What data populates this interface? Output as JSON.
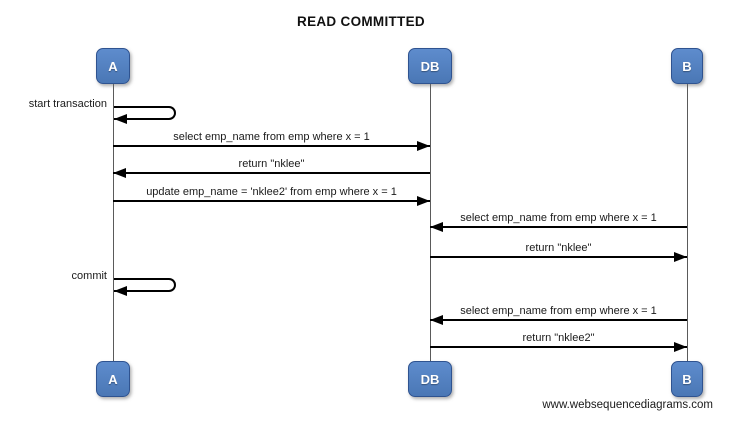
{
  "title": "READ COMMITTED",
  "footer": "www.websequencediagrams.com",
  "actors": [
    {
      "id": "A",
      "label": "A"
    },
    {
      "id": "DB",
      "label": "DB"
    },
    {
      "id": "B",
      "label": "B"
    }
  ],
  "messages": [
    {
      "type": "self",
      "actor": "A",
      "label": "start transaction"
    },
    {
      "type": "arrow",
      "from": "A",
      "to": "DB",
      "label": "select emp_name from emp where x = 1"
    },
    {
      "type": "arrow",
      "from": "DB",
      "to": "A",
      "label": "return \"nklee\""
    },
    {
      "type": "arrow",
      "from": "A",
      "to": "DB",
      "label": "update emp_name = 'nklee2' from emp where x = 1"
    },
    {
      "type": "arrow",
      "from": "B",
      "to": "DB",
      "label": "select emp_name from emp where x = 1"
    },
    {
      "type": "arrow",
      "from": "DB",
      "to": "B",
      "label": "return \"nklee\""
    },
    {
      "type": "self",
      "actor": "A",
      "label": "commit"
    },
    {
      "type": "arrow",
      "from": "B",
      "to": "DB",
      "label": "select emp_name from emp where x = 1"
    },
    {
      "type": "arrow",
      "from": "DB",
      "to": "B",
      "label": "return \"nklee2\""
    }
  ],
  "colors": {
    "actor_fill_top": "#5e8ccd",
    "actor_fill_bottom": "#4a77b5",
    "actor_border": "#2f5390",
    "actor_text": "#ffffff",
    "message_line": "#000000",
    "lifeline": "#5a5a5a",
    "text": "#1a1a1a"
  }
}
